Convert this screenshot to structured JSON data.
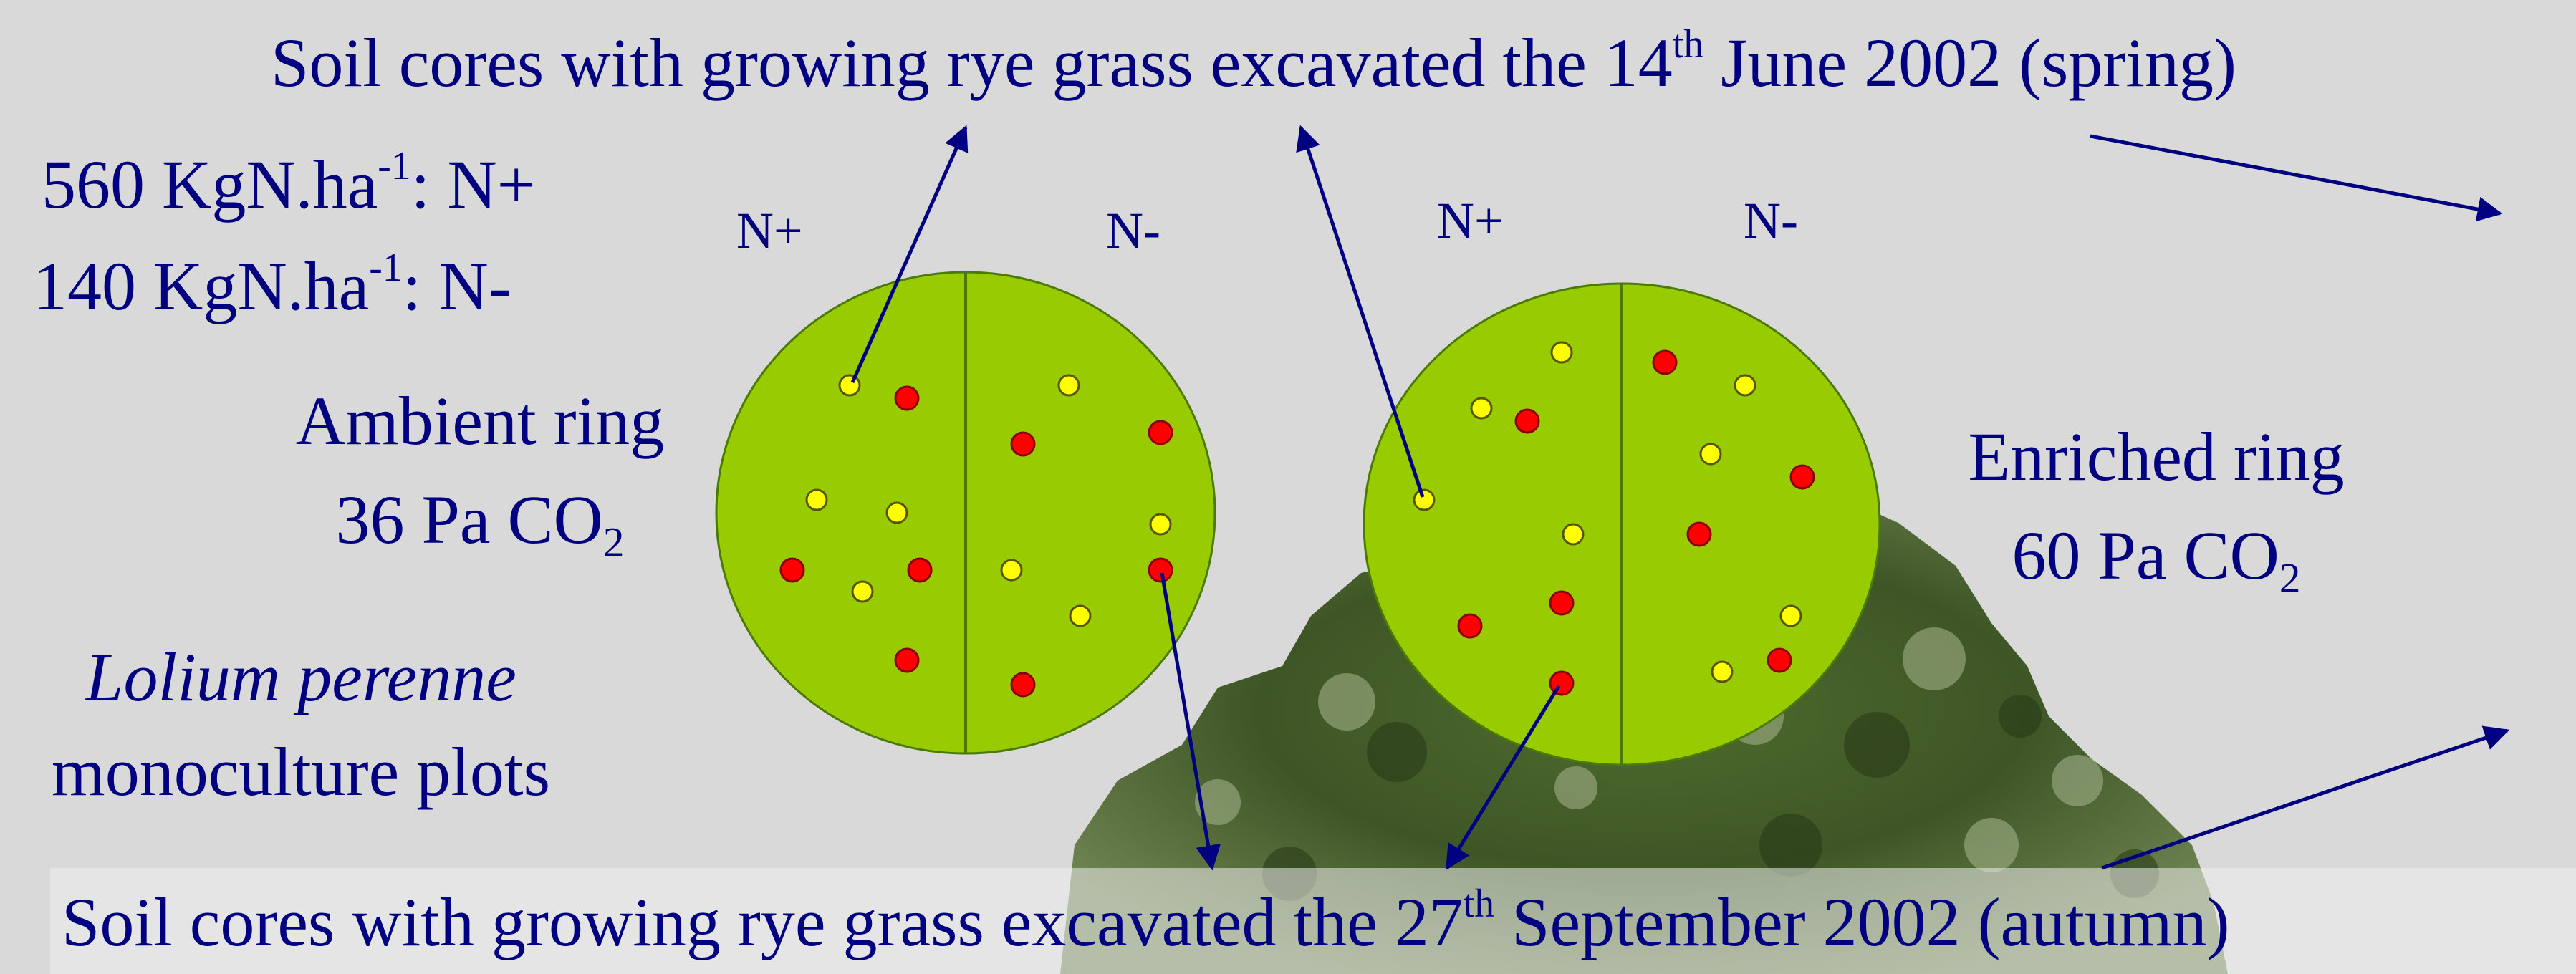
{
  "title_top": {
    "before_sup": "Soil cores with growing rye grass excavated the 14",
    "sup": "th",
    "after_sup": " June 2002 (spring)"
  },
  "title_bottom": {
    "before_sup": "Soil cores with growing rye grass excavated the 27",
    "sup": "th",
    "after_sup": " September 2002 (autumn)"
  },
  "legend": {
    "line1": {
      "amount": "560 KgN.ha",
      "sup": "-1",
      "label": ": N+"
    },
    "line2": {
      "amount": "140 KgN.ha",
      "sup": "-1",
      "label": ": N-"
    }
  },
  "ambient": {
    "line1": "Ambient ring",
    "line2_before_sub": "36 Pa CO",
    "sub": "2"
  },
  "enriched": {
    "line1": "Enriched ring",
    "line2_before_sub": "60 Pa CO",
    "sub": "2"
  },
  "species": {
    "italic": "Lolium perenne",
    "plain": "monoculture plots"
  },
  "rings": {
    "ambient": {
      "left_label": "N+",
      "right_label": "N-"
    },
    "enriched": {
      "left_label": "N+",
      "right_label": "N-"
    }
  },
  "colors": {
    "text": "#000080",
    "background": "#d9d9d9",
    "ring_fill": "#99cc00",
    "ring_stroke": "#4a7a00",
    "core_yellow": "#ffff00",
    "core_red": "#ff0000",
    "arrow": "#000080"
  }
}
